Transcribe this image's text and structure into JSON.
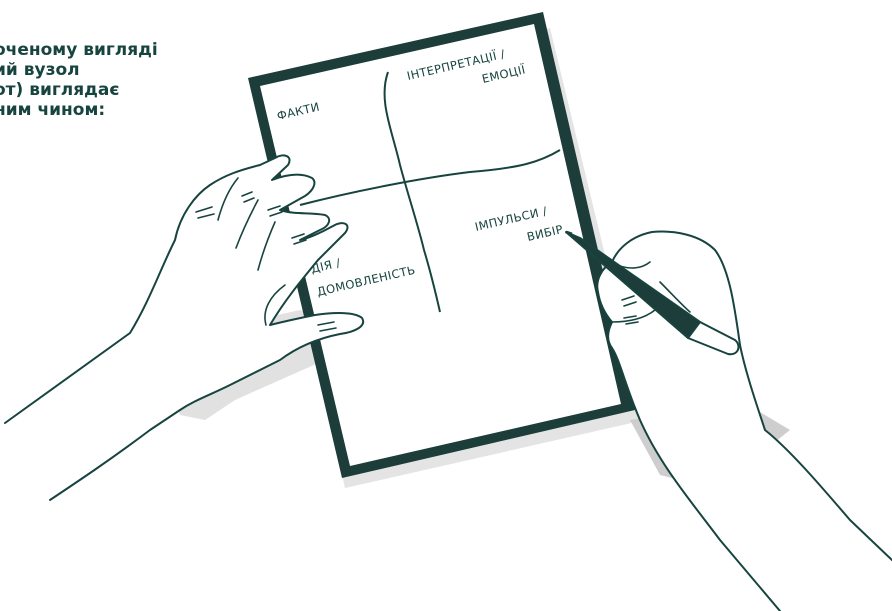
{
  "intro": {
    "lines": [
      "оченому вигляді",
      "ий вузол",
      "от) виглядає",
      "ним чином:"
    ]
  },
  "sheet": {
    "facts": "ФАКТИ",
    "interpretations_line1": "ІНТЕРПРЕТАЦІЇ /",
    "interpretations_line2": "ЕМОЦІЇ",
    "action_line1": "ДІЯ /",
    "action_line2": "ДОМОВЛЕНІСТЬ",
    "impulses_line1": "ІМПУЛЬСИ /",
    "impulses_line2": "ВИБІР"
  },
  "colors": {
    "ink": "#17443f",
    "frame": "#1d3d3a",
    "shadow": "#c9c9c9",
    "paper": "#ffffff"
  }
}
